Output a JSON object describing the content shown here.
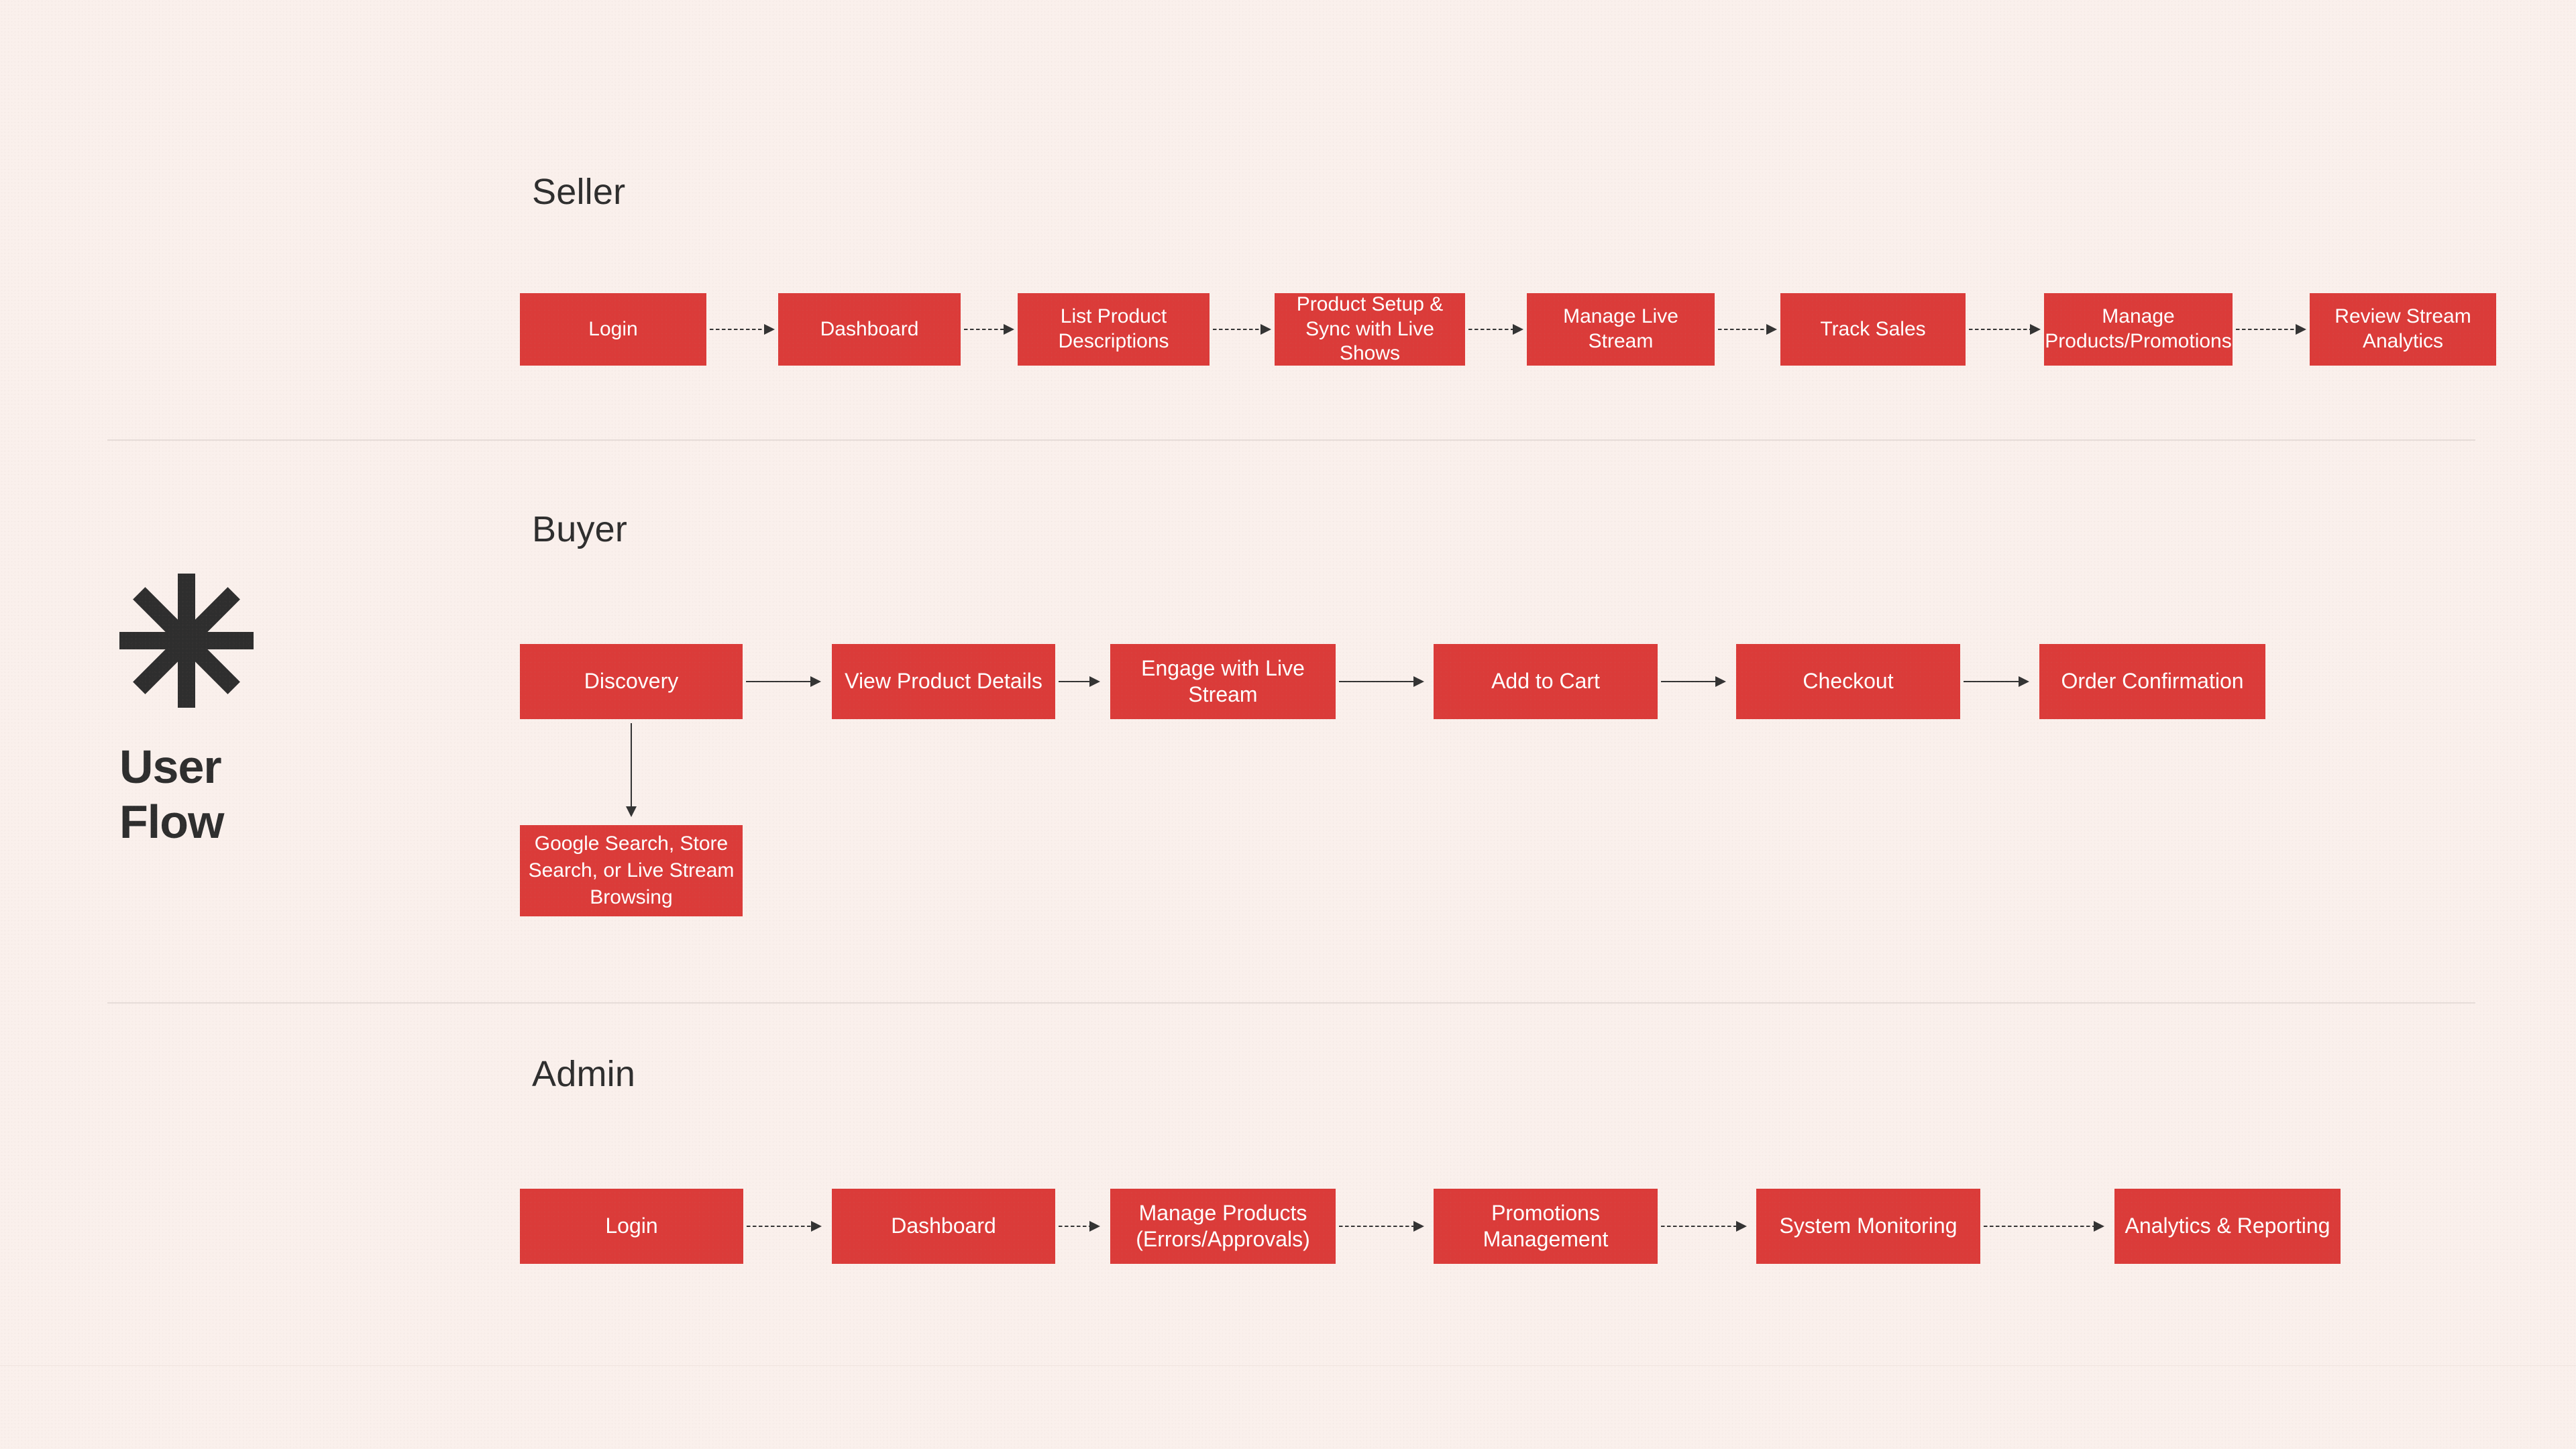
{
  "brand": {
    "logo_icon": "asterisk-star-icon",
    "title": "User\nFlow"
  },
  "colors": {
    "background": "#FAF0EC",
    "node_fill": "#DB3B39",
    "node_text": "#FFFFFF",
    "heading": "#2E2E2E",
    "connector": "#333333",
    "divider": "#E6DCD8"
  },
  "sections": [
    {
      "id": "seller",
      "title": "Seller",
      "arrow_style": "dotted",
      "nodes": [
        {
          "label": "Login"
        },
        {
          "label": "Dashboard"
        },
        {
          "label": "List Product Descriptions"
        },
        {
          "label": "Product Setup & Sync with Live Shows"
        },
        {
          "label": "Manage Live Stream"
        },
        {
          "label": "Track Sales"
        },
        {
          "label": "Manage Products/Promotions"
        },
        {
          "label": "Review Stream Analytics"
        }
      ]
    },
    {
      "id": "buyer",
      "title": "Buyer",
      "arrow_style": "solid",
      "nodes": [
        {
          "label": "Discovery"
        },
        {
          "label": "View Product Details"
        },
        {
          "label": "Engage with Live Stream"
        },
        {
          "label": "Add to Cart"
        },
        {
          "label": "Checkout"
        },
        {
          "label": "Order Confirmation"
        }
      ],
      "branch": {
        "from": "Discovery",
        "label": "Google Search, Store Search, or Live Stream Browsing"
      }
    },
    {
      "id": "admin",
      "title": "Admin",
      "arrow_style": "dotted",
      "nodes": [
        {
          "label": "Login"
        },
        {
          "label": "Dashboard"
        },
        {
          "label": "Manage Products (Errors/Approvals)"
        },
        {
          "label": "Promotions Management"
        },
        {
          "label": "System Monitoring"
        },
        {
          "label": "Analytics & Reporting"
        }
      ]
    }
  ]
}
